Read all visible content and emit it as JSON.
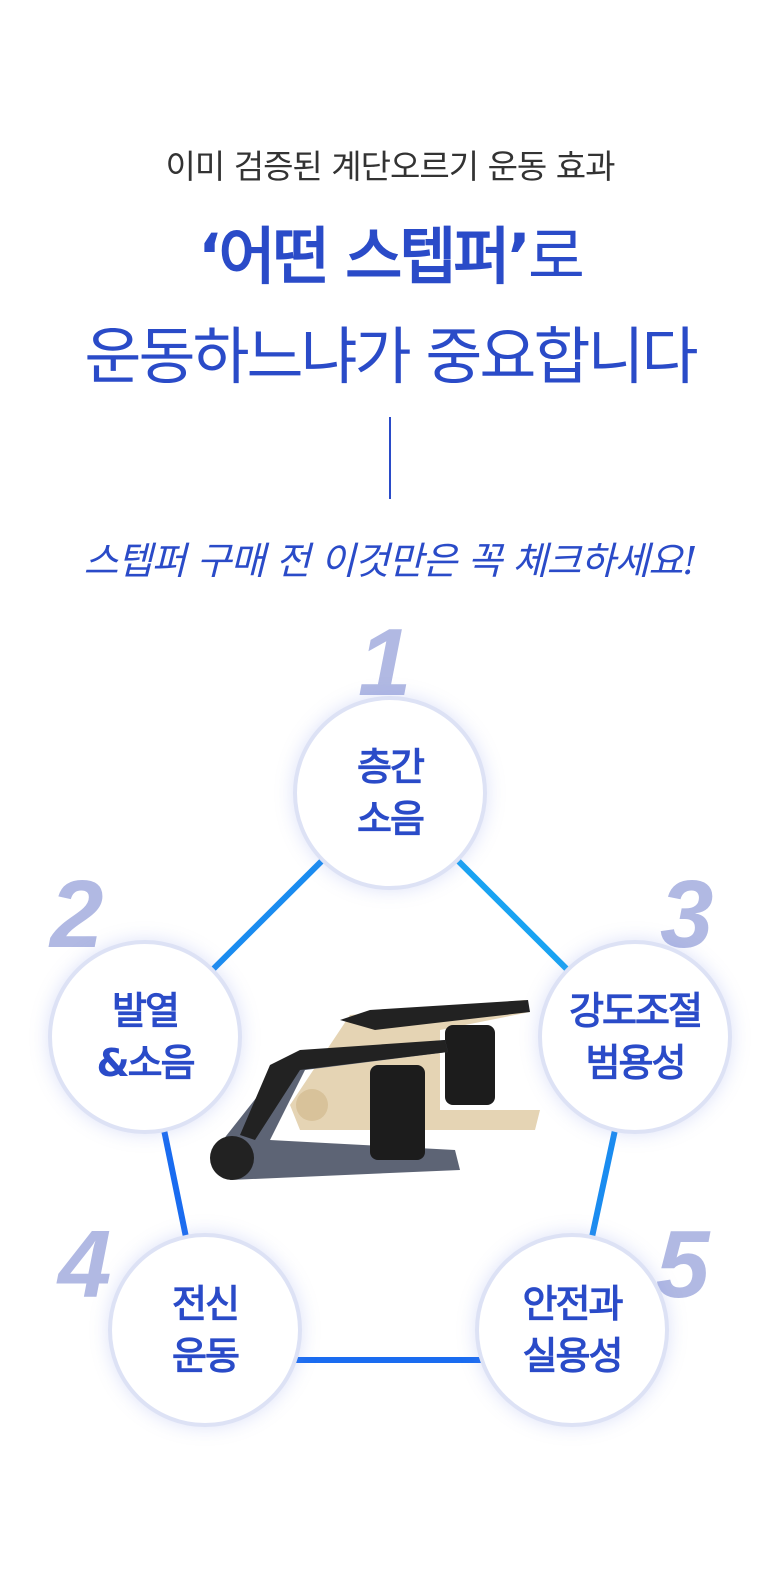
{
  "subtitle": "이미 검증된 계단오르기 운동 효과",
  "headline": {
    "quote": "‘어떤 스텝퍼’",
    "suffix": "로",
    "line2": "운동하느냐가 중요합니다"
  },
  "handwritten": "스텝퍼 구매 전 이것만은 꼭 체크하세요!",
  "checkpoints": [
    {
      "num": "1",
      "line1": "층간",
      "line2": "소음"
    },
    {
      "num": "2",
      "line1": "발열",
      "line2": "&소음"
    },
    {
      "num": "3",
      "line1": "강도조절",
      "line2": "범용성"
    },
    {
      "num": "4",
      "line1": "전신",
      "line2": "운동"
    },
    {
      "num": "5",
      "line1": "안전과",
      "line2": "실용성"
    }
  ],
  "colors": {
    "accent": "#2a4bc8",
    "number": "#b1b9e3",
    "line_cyan": "#19a3f2",
    "line_blue": "#1a6cf0"
  }
}
